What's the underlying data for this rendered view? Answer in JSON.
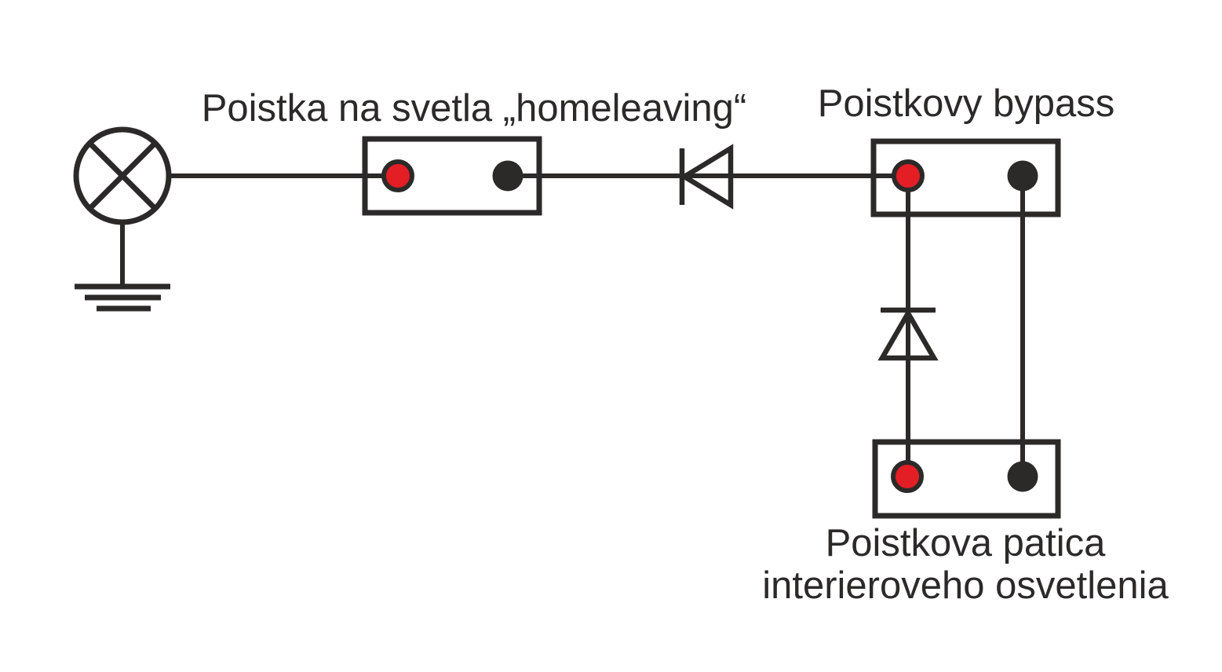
{
  "colors": {
    "stroke": "#2b2a29",
    "red": "#e31e24",
    "black": "#2b2a29",
    "background": "#ffffff"
  },
  "labels": {
    "homeleaving_fuse": "Poistka na svetla „homeleaving“",
    "bypass": "Poistkovy bypass",
    "socket_line1": "Poistkova patica",
    "socket_line2": "interieroveho osvetlenia"
  },
  "components": [
    {
      "name": "lamp",
      "type": "lamp-symbol"
    },
    {
      "name": "ground",
      "type": "ground-symbol"
    },
    {
      "name": "homeleaving-fuse-holder",
      "type": "fuse-holder",
      "terminals": [
        "red",
        "black"
      ],
      "label": "Poistka na svetla „homeleaving“"
    },
    {
      "name": "diode-to-lamp",
      "type": "diode",
      "pointing": "left"
    },
    {
      "name": "bypass-fuse-holder",
      "type": "fuse-holder",
      "terminals": [
        "red",
        "black"
      ],
      "label": "Poistkovy bypass"
    },
    {
      "name": "diode-to-bypass",
      "type": "diode",
      "pointing": "up"
    },
    {
      "name": "interior-lighting-fuse-socket",
      "type": "fuse-holder",
      "terminals": [
        "red",
        "black"
      ],
      "label": "Poistkova patica interieroveho osvetlenia"
    }
  ]
}
